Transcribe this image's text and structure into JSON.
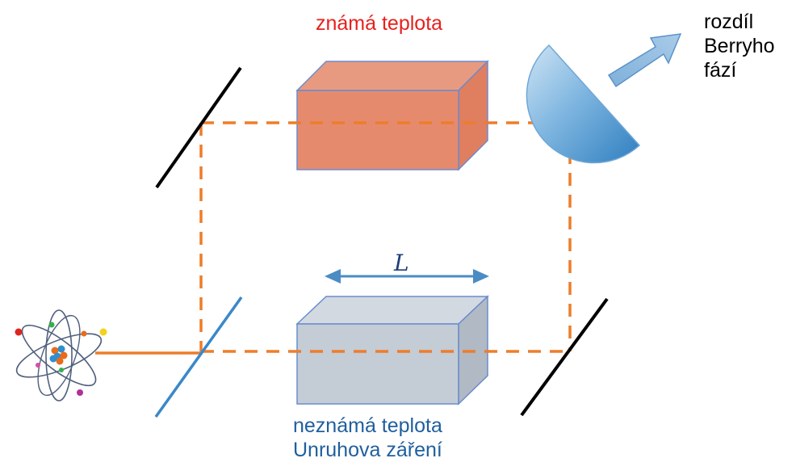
{
  "labels": {
    "known_temperature": "známá teplota",
    "unknown_temperature_line1": "neznámá teplota",
    "unknown_temperature_line2": "Unruhova záření",
    "output_line1": "rozdíl",
    "output_line2": "Berryho",
    "output_line3": "fází",
    "length": "L"
  },
  "colors": {
    "beam_path": "#ee7d2a",
    "known_block": "#e68a6e",
    "unknown_block": "#c4ccd6",
    "mirror": "#000000",
    "beam_splitter": "#3a88c9",
    "detector": "#4d9bd3",
    "known_text": "#e8201d",
    "unknown_text": "#1f5f9e"
  }
}
